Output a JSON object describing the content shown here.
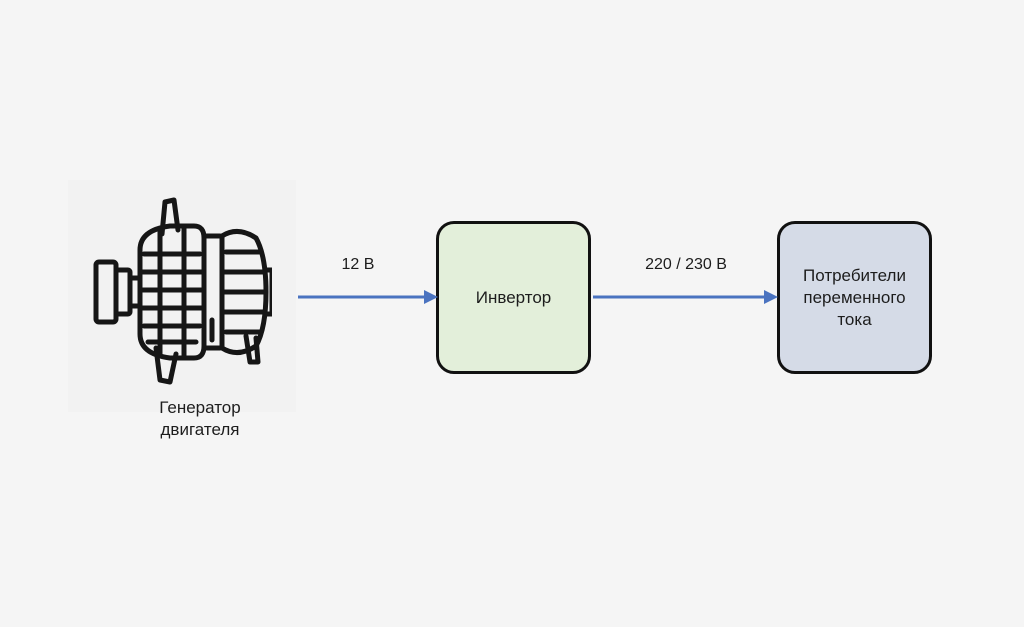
{
  "diagram": {
    "nodes": [
      {
        "id": "generator",
        "label": "Генератор\nдвигателя",
        "icon": "alternator-icon"
      },
      {
        "id": "inverter",
        "label": "Инвертор",
        "fill": "#e3efda"
      },
      {
        "id": "consumers",
        "label": "Потребители\nпеременного\nтока",
        "fill": "#d5dbe7"
      }
    ],
    "edges": [
      {
        "from": "generator",
        "to": "inverter",
        "label": "12 В"
      },
      {
        "from": "inverter",
        "to": "consumers",
        "label": "220 / 230 В"
      }
    ],
    "colors": {
      "arrow": "#4a73c0",
      "background": "#f5f5f5",
      "border": "#111111"
    }
  }
}
